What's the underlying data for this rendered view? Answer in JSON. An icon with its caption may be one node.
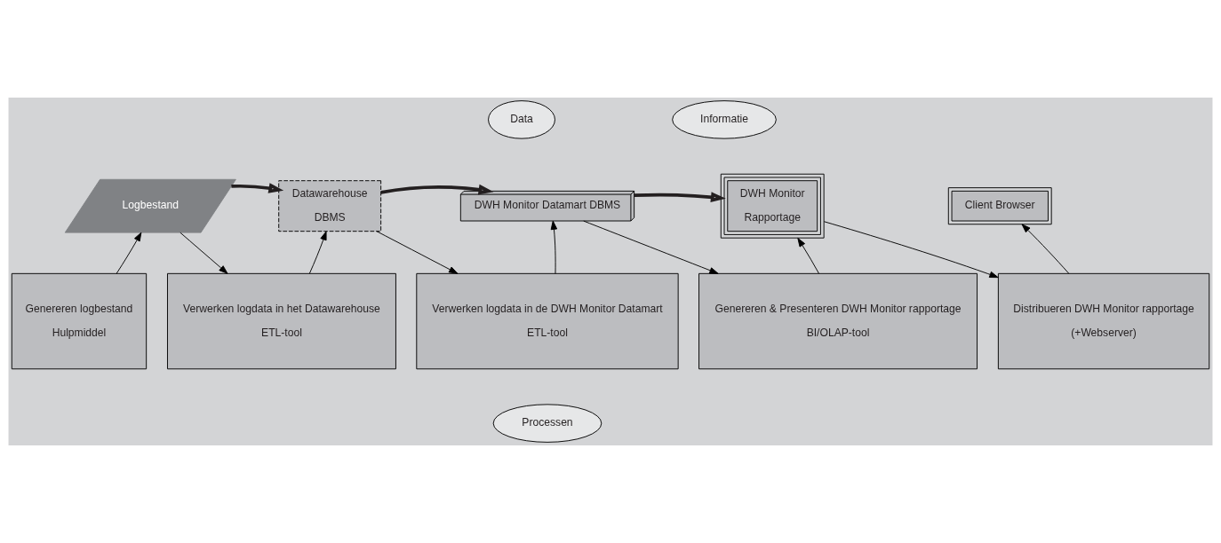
{
  "diagram": {
    "nodes": [
      {
        "text": [
          "Data"
        ]
      },
      {
        "text": [
          "Informatie"
        ]
      },
      {
        "text": [
          "Logbestand"
        ]
      },
      {
        "text": [
          "Datawarehouse",
          "DBMS"
        ]
      },
      {
        "text": [
          "DWH Monitor Datamart DBMS"
        ]
      },
      {
        "text": [
          "DWH Monitor",
          "Rapportage"
        ]
      },
      {
        "text": [
          "Client Browser"
        ]
      },
      {
        "text": [
          "Genereren logbestand",
          "Hulpmiddel"
        ]
      },
      {
        "text": [
          "Verwerken logdata in het Datawarehouse",
          "ETL-tool"
        ]
      },
      {
        "text": [
          "Verwerken logdata in de DWH Monitor Datamart",
          "ETL-tool"
        ]
      },
      {
        "text": [
          "Genereren & Presenteren DWH Monitor rapportage",
          "BI/OLAP-tool"
        ]
      },
      {
        "text": [
          "Distribueren DWH Monitor rapportage",
          "(+Webserver)"
        ]
      },
      {
        "text": [
          "Processen"
        ]
      }
    ],
    "edges": [
      {
        "from": 2,
        "to": 3,
        "arrow": "to",
        "style": "thick"
      },
      {
        "from": 3,
        "to": 4,
        "arrow": "to",
        "style": "thick"
      },
      {
        "from": 4,
        "to": 5,
        "arrow": "to",
        "style": "thick"
      },
      {
        "from": 7,
        "to": 2,
        "arrow": "to"
      },
      {
        "from": 2,
        "to": 8,
        "arrow": "to"
      },
      {
        "from": 8,
        "to": 3,
        "arrow": "to"
      },
      {
        "from": 3,
        "to": 9,
        "arrow": "to"
      },
      {
        "from": 9,
        "to": 4,
        "arrow": "to"
      },
      {
        "from": 4,
        "to": 10,
        "arrow": "to"
      },
      {
        "from": 10,
        "to": 5,
        "arrow": "to"
      },
      {
        "from": 5,
        "to": 11,
        "arrow": "to"
      },
      {
        "from": 11,
        "to": 6,
        "arrow": "to"
      }
    ]
  }
}
